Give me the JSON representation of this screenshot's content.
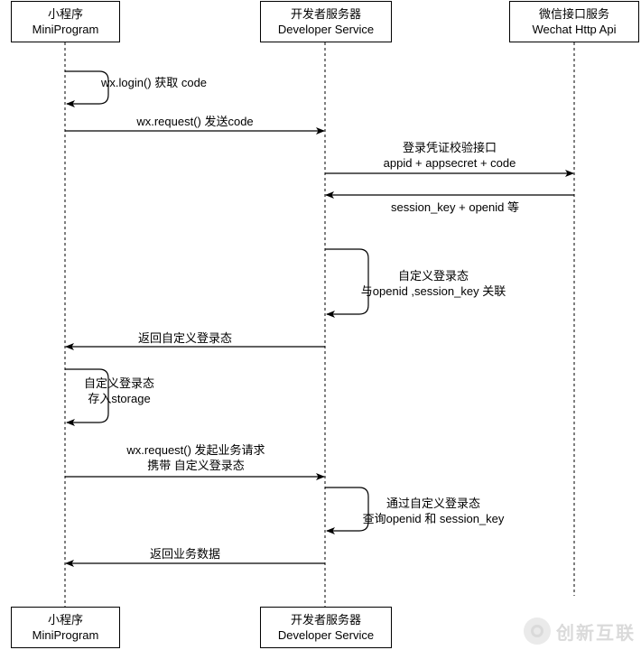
{
  "participants": {
    "miniprogram": {
      "name_cn": "小程序",
      "name_en": "MiniProgram"
    },
    "developer": {
      "name_cn": "开发者服务器",
      "name_en": "Developer Service"
    },
    "wechat": {
      "name_cn": "微信接口服务",
      "name_en": "Wechat Http Api"
    }
  },
  "messages": {
    "login": "wx.login() 获取 code",
    "send_code": "wx.request() 发送code",
    "verify_line1": "登录凭证校验接口",
    "verify_line2": "appid + appsecret + code",
    "session_return": "session_key + openid 等",
    "custom_line1": "自定义登录态",
    "custom_line2": "与openid ,session_key 关联",
    "return_custom": "返回自定义登录态",
    "store_line1": "自定义登录态",
    "store_line2": "存入storage",
    "biz_line1": "wx.request() 发起业务请求",
    "biz_line2": "携带 自定义登录态",
    "query_line1": "通过自定义登录态",
    "query_line2": "查询openid 和 session_key",
    "return_biz": "返回业务数据"
  },
  "watermark": {
    "text": "创新互联"
  }
}
